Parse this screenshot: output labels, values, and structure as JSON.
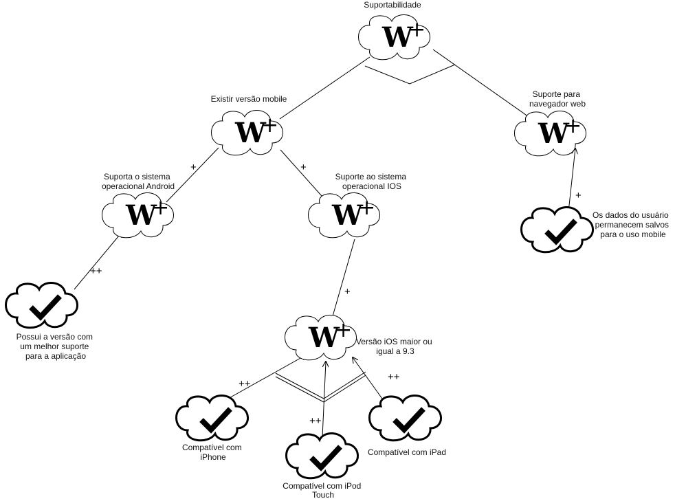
{
  "softgoals": [
    {
      "id": "suportabilidade",
      "label_lines": [
        "Suportabilidade"
      ],
      "glyph": "W",
      "glyph_sup": "+"
    },
    {
      "id": "versao-mobile",
      "label_lines": [
        "Existir versão mobile"
      ],
      "glyph": "W",
      "glyph_sup": "+"
    },
    {
      "id": "navegador-web",
      "label_lines": [
        "Suporte para",
        "navegador web"
      ],
      "glyph": "W",
      "glyph_sup": "+"
    },
    {
      "id": "android",
      "label_lines": [
        "Suporta o sistema",
        "operacional Android"
      ],
      "glyph": "W",
      "glyph_sup": "+"
    },
    {
      "id": "ios",
      "label_lines": [
        "Suporte ao sistema",
        "operacional IOS"
      ],
      "glyph": "W",
      "glyph_sup": "+"
    },
    {
      "id": "ios-version",
      "label_lines": [
        "Versão iOS maior ou",
        "igual a 9.3"
      ],
      "glyph": "W",
      "glyph_sup": "+"
    }
  ],
  "operationalizations": [
    {
      "id": "versao-melhor-suporte",
      "label_lines": [
        "Possui a versão com",
        "um melhor suporte",
        "para a aplicação"
      ]
    },
    {
      "id": "dados-salvos",
      "label_lines": [
        "Os dados do usuário",
        "permanecem salvos",
        "para o uso mobile"
      ]
    },
    {
      "id": "iphone",
      "label_lines": [
        "Compatível com",
        "iPhone"
      ]
    },
    {
      "id": "ipod",
      "label_lines": [
        "Compatível com iPod",
        "Touch"
      ]
    },
    {
      "id": "ipad",
      "label_lines": [
        "Compatível com iPad"
      ]
    }
  ],
  "contributions": [
    {
      "id": "android-to-mobile",
      "label": "+"
    },
    {
      "id": "ios-to-mobile",
      "label": "+"
    },
    {
      "id": "melhor-suporte-to-android",
      "label": "++"
    },
    {
      "id": "dados-to-web",
      "label": "+"
    },
    {
      "id": "iosversion-to-ios",
      "label": "+"
    },
    {
      "id": "iphone-to-iosversion",
      "label": "++"
    },
    {
      "id": "ipod-to-iosversion",
      "label": "++"
    },
    {
      "id": "ipad-to-iosversion",
      "label": "++"
    }
  ],
  "decompositions": [
    {
      "id": "and-decomp-suportabilidade",
      "type": "AND"
    },
    {
      "id": "and-decomp-ios-version",
      "type": "AND"
    }
  ]
}
